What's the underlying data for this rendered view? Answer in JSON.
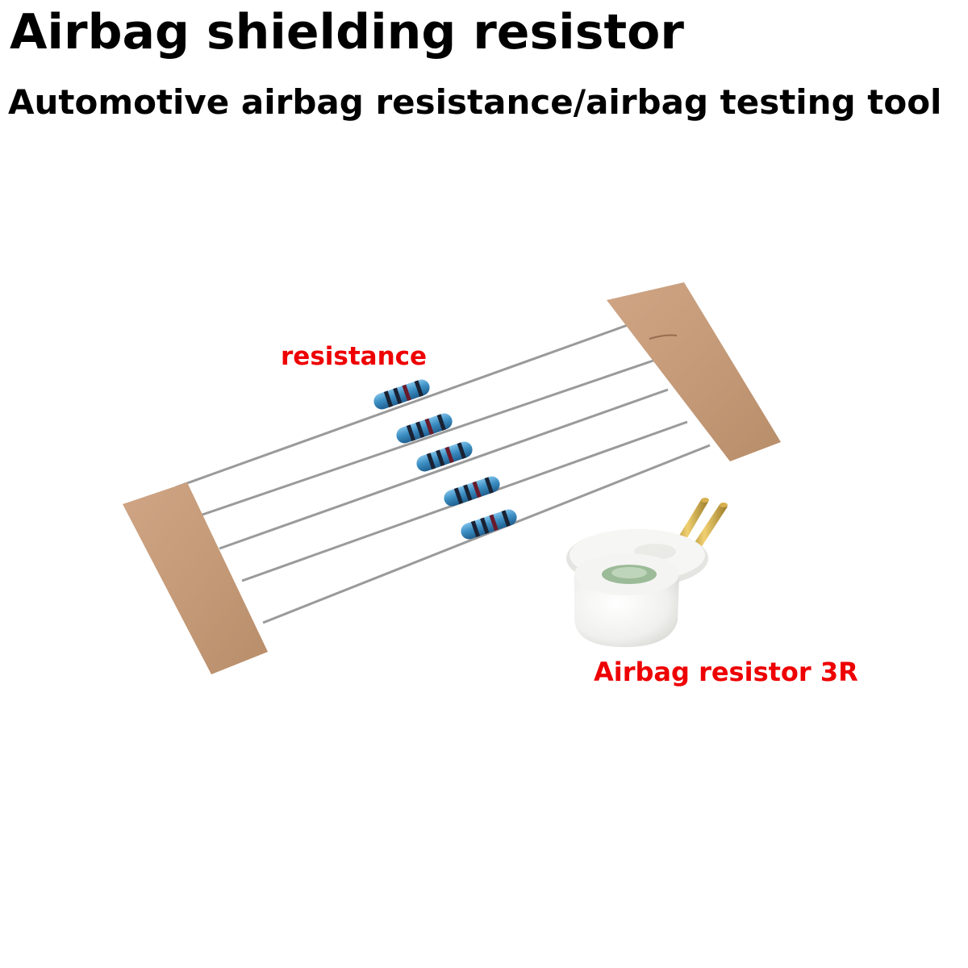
{
  "header": {
    "title": "Airbag shielding resistor",
    "subtitle": "Automotive airbag resistance/airbag testing tool"
  },
  "labels": {
    "resistance": "resistance",
    "airbag_resistor": "Airbag resistor 3R"
  },
  "colors": {
    "title_text": "#000000",
    "label_text": "#ee0000",
    "tape": "#c49a78",
    "resistor_body": "#3d8fc4",
    "resistor_band": "#1a2233",
    "lead_wire": "#9a9a9a",
    "pin_gold": "#c8a040",
    "plug_body": "#f2f2f0"
  }
}
